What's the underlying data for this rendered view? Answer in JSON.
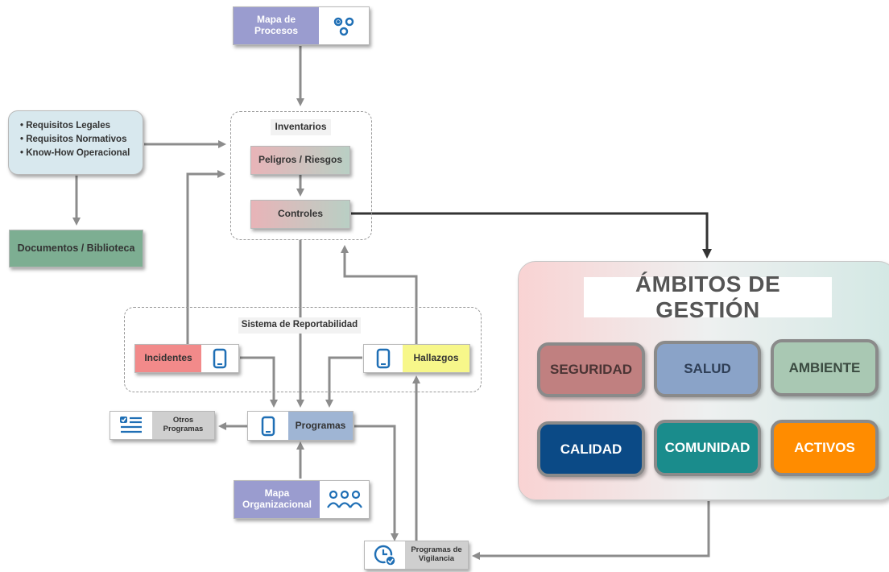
{
  "nodes": {
    "mapa_procesos": "Mapa de\nProcesos",
    "requisitos": [
      "Requisitos Legales",
      "Requisitos Normativos",
      "Know-How Operacional"
    ],
    "documentos": "Documentos / Biblioteca",
    "inventarios": "Inventarios",
    "peligros": "Peligros / Riesgos",
    "controles": "Controles",
    "sistema_reportabilidad": "Sistema de Reportabilidad",
    "incidentes": "Incidentes",
    "hallazgos": "Hallazgos",
    "programas": "Programas",
    "otros_programas": "Otros\nProgramas",
    "mapa_organizacional": "Mapa\nOrganizacional",
    "programas_vigilancia": "Programas de\nVigilancia"
  },
  "ambitos": {
    "title": "ÁMBITOS DE GESTIÓN",
    "items": [
      {
        "label": "SEGURIDAD",
        "color": "#c08080",
        "text": "#4a3434"
      },
      {
        "label": "SALUD",
        "color": "#8aa3c8",
        "text": "#2f3f57"
      },
      {
        "label": "AMBIENTE",
        "color": "#a9c8b3",
        "text": "#3a4a40"
      },
      {
        "label": "CALIDAD",
        "color": "#0b4a86",
        "text": "#ffffff"
      },
      {
        "label": "COMUNIDAD",
        "color": "#1a8c8c",
        "text": "#ffffff"
      },
      {
        "label": "ACTIVOS",
        "color": "#ff8c00",
        "text": "#ffffff"
      }
    ]
  },
  "colors": {
    "process_blue": "#9a9ccf",
    "doc_green": "#7dae92",
    "req_blue": "#d8e8ee",
    "incidentes": "#f28a8a",
    "hallazgos": "#f7f78a",
    "programas": "#9fb5d4",
    "gray_box": "#cfcfcf",
    "icon_blue": "#1f6fb5"
  }
}
